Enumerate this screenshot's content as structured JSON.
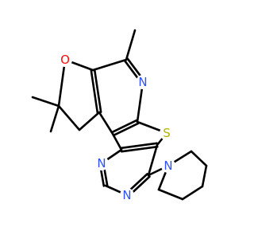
{
  "atoms": [
    {
      "id": "O1",
      "label": "O",
      "color": "#ff0d0d"
    },
    {
      "id": "N1",
      "label": "N",
      "color": "#3050f8"
    },
    {
      "id": "S1",
      "label": "S",
      "color": "#b2b200"
    },
    {
      "id": "N2",
      "label": "N",
      "color": "#3050f8"
    },
    {
      "id": "N3",
      "label": "N",
      "color": "#3050f8"
    },
    {
      "id": "N4",
      "label": "N",
      "color": "#3050f8"
    }
  ],
  "bond_color": "#000000"
}
